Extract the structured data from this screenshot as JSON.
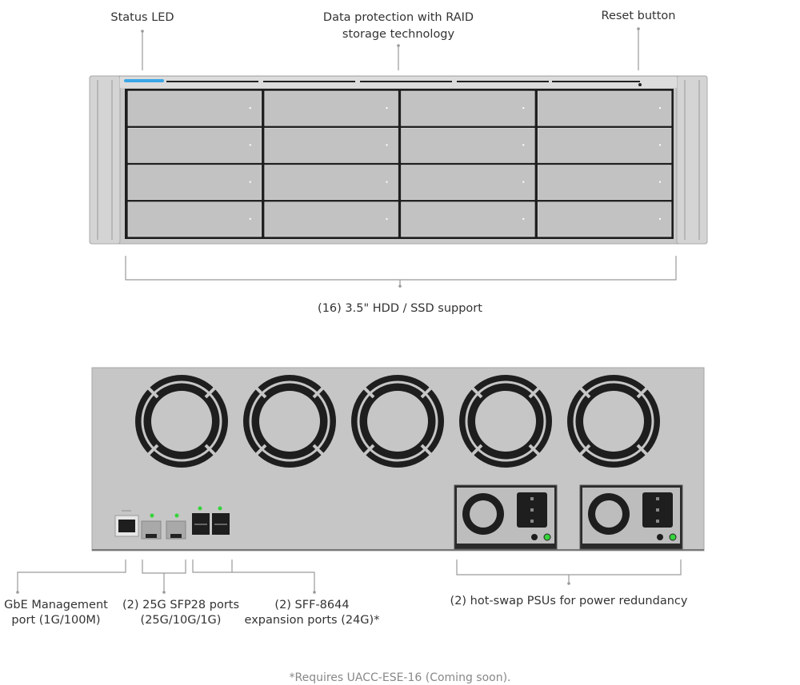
{
  "callouts": {
    "status_led": "Status LED",
    "raid_line1": "Data protection with RAID",
    "raid_line2": "storage technology",
    "reset_button": "Reset button",
    "drive_support": "(16) 3.5\" HDD / SSD support",
    "gbe_line1": "GbE Management",
    "gbe_line2": "port (1G/100M)",
    "sfp_line1": "(2) 25G SFP28 ports",
    "sfp_line2": "(25G/10G/1G)",
    "sff_line1": "(2) SFF-8644",
    "sff_line2": "expansion ports (24G)*",
    "psu": "(2) hot-swap PSUs for power redundancy"
  },
  "footnote": "*Requires UACC-ESE-16 (Coming soon).",
  "front": {
    "drive_bays": 16,
    "columns": 4,
    "rows": 4
  },
  "rear": {
    "fans": 5,
    "psus": 2
  },
  "colors": {
    "chassis": "#c4c4c4",
    "led_blue": "#3aa6e8",
    "led_green": "#35d43a",
    "dark": "#1e1e1e"
  }
}
